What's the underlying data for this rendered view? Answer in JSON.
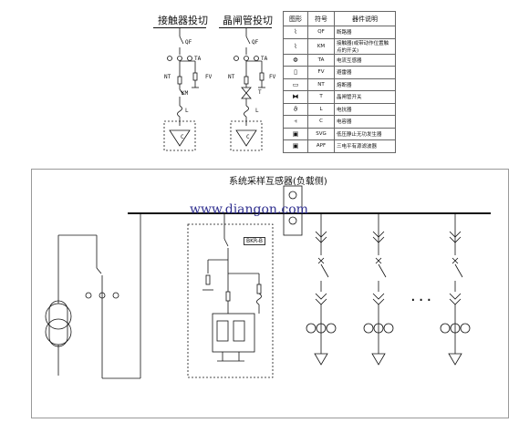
{
  "top_left": {
    "title_contactor": "接触器投切",
    "title_thyristor": "晶闸管投切",
    "labels": {
      "qf": "QF",
      "ta": "TA",
      "fv": "FV",
      "nt": "NT",
      "km": "KM",
      "l": "L",
      "t": "T",
      "c": "C"
    }
  },
  "legend": {
    "headers": [
      "图形",
      "符号",
      "器件说明"
    ],
    "rows": [
      {
        "symbol": "breaker-icon",
        "glyph": "⌇",
        "code": "QF",
        "desc": "断路器"
      },
      {
        "symbol": "contactor-icon",
        "glyph": "⌇",
        "code": "KM",
        "desc": "接触器(或带动作位置触点的开关)"
      },
      {
        "symbol": "ct-icon",
        "glyph": "Φ",
        "code": "TA",
        "desc": "电流互感器"
      },
      {
        "symbol": "arrester-icon",
        "glyph": "▯",
        "code": "FV",
        "desc": "避雷器"
      },
      {
        "symbol": "fuse-icon",
        "glyph": "▭",
        "code": "NT",
        "desc": "熔断器"
      },
      {
        "symbol": "thyristor-icon",
        "glyph": "⧓",
        "code": "T",
        "desc": "晶闸管开关"
      },
      {
        "symbol": "reactor-icon",
        "glyph": "ϑ",
        "code": "L",
        "desc": "电抗器"
      },
      {
        "symbol": "capacitor-icon",
        "glyph": "⫞",
        "code": "C",
        "desc": "电容器"
      },
      {
        "symbol": "svg-icon",
        "glyph": "▣",
        "code": "SVG",
        "desc": "低压静止无功发生器"
      },
      {
        "symbol": "apf-icon",
        "glyph": "▣",
        "code": "APF",
        "desc": "三电平有源滤波器"
      }
    ]
  },
  "main": {
    "title": "系统采样互感器(负载侧)",
    "watermark": "www.diangon.com",
    "bkr_label": "BKR-B",
    "ellipsis": "..."
  }
}
